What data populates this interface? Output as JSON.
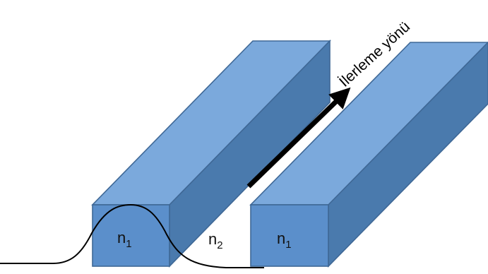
{
  "labels": {
    "left_core": {
      "base": "n",
      "sub": "1"
    },
    "gap": {
      "base": "n",
      "sub": "2"
    },
    "right_core": {
      "base": "n",
      "sub": "1"
    },
    "direction": "İlerleme yönü"
  },
  "colors": {
    "front_face": "#5b8fcb",
    "top_face": "#7ba9dc",
    "side_face": "#4a7aad",
    "edge": "#3f6896",
    "arrow": "#000000",
    "mode_curve": "#000000"
  },
  "icons": {
    "direction_arrow": "arrow-up-right-icon"
  }
}
